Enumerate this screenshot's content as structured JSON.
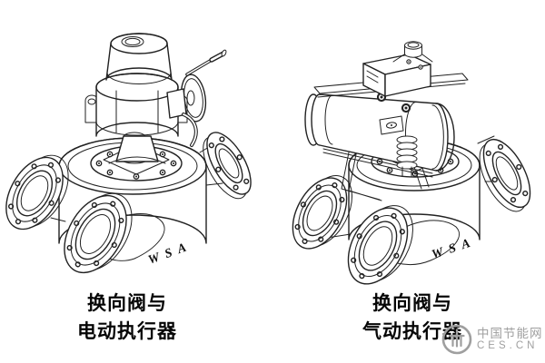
{
  "figure": {
    "background": "#ffffff",
    "line_color": "#222222"
  },
  "panels": [
    {
      "caption_line1": "换向阀与",
      "caption_line2": "电动执行器",
      "body_marking": "WSA"
    },
    {
      "caption_line1": "换向阀与",
      "caption_line2": "气动执行器",
      "body_marking": "WSA"
    }
  ],
  "watermark": {
    "site_name": "中国节能网",
    "site_domain": "CES.CN",
    "color": "#9f9f9f"
  }
}
